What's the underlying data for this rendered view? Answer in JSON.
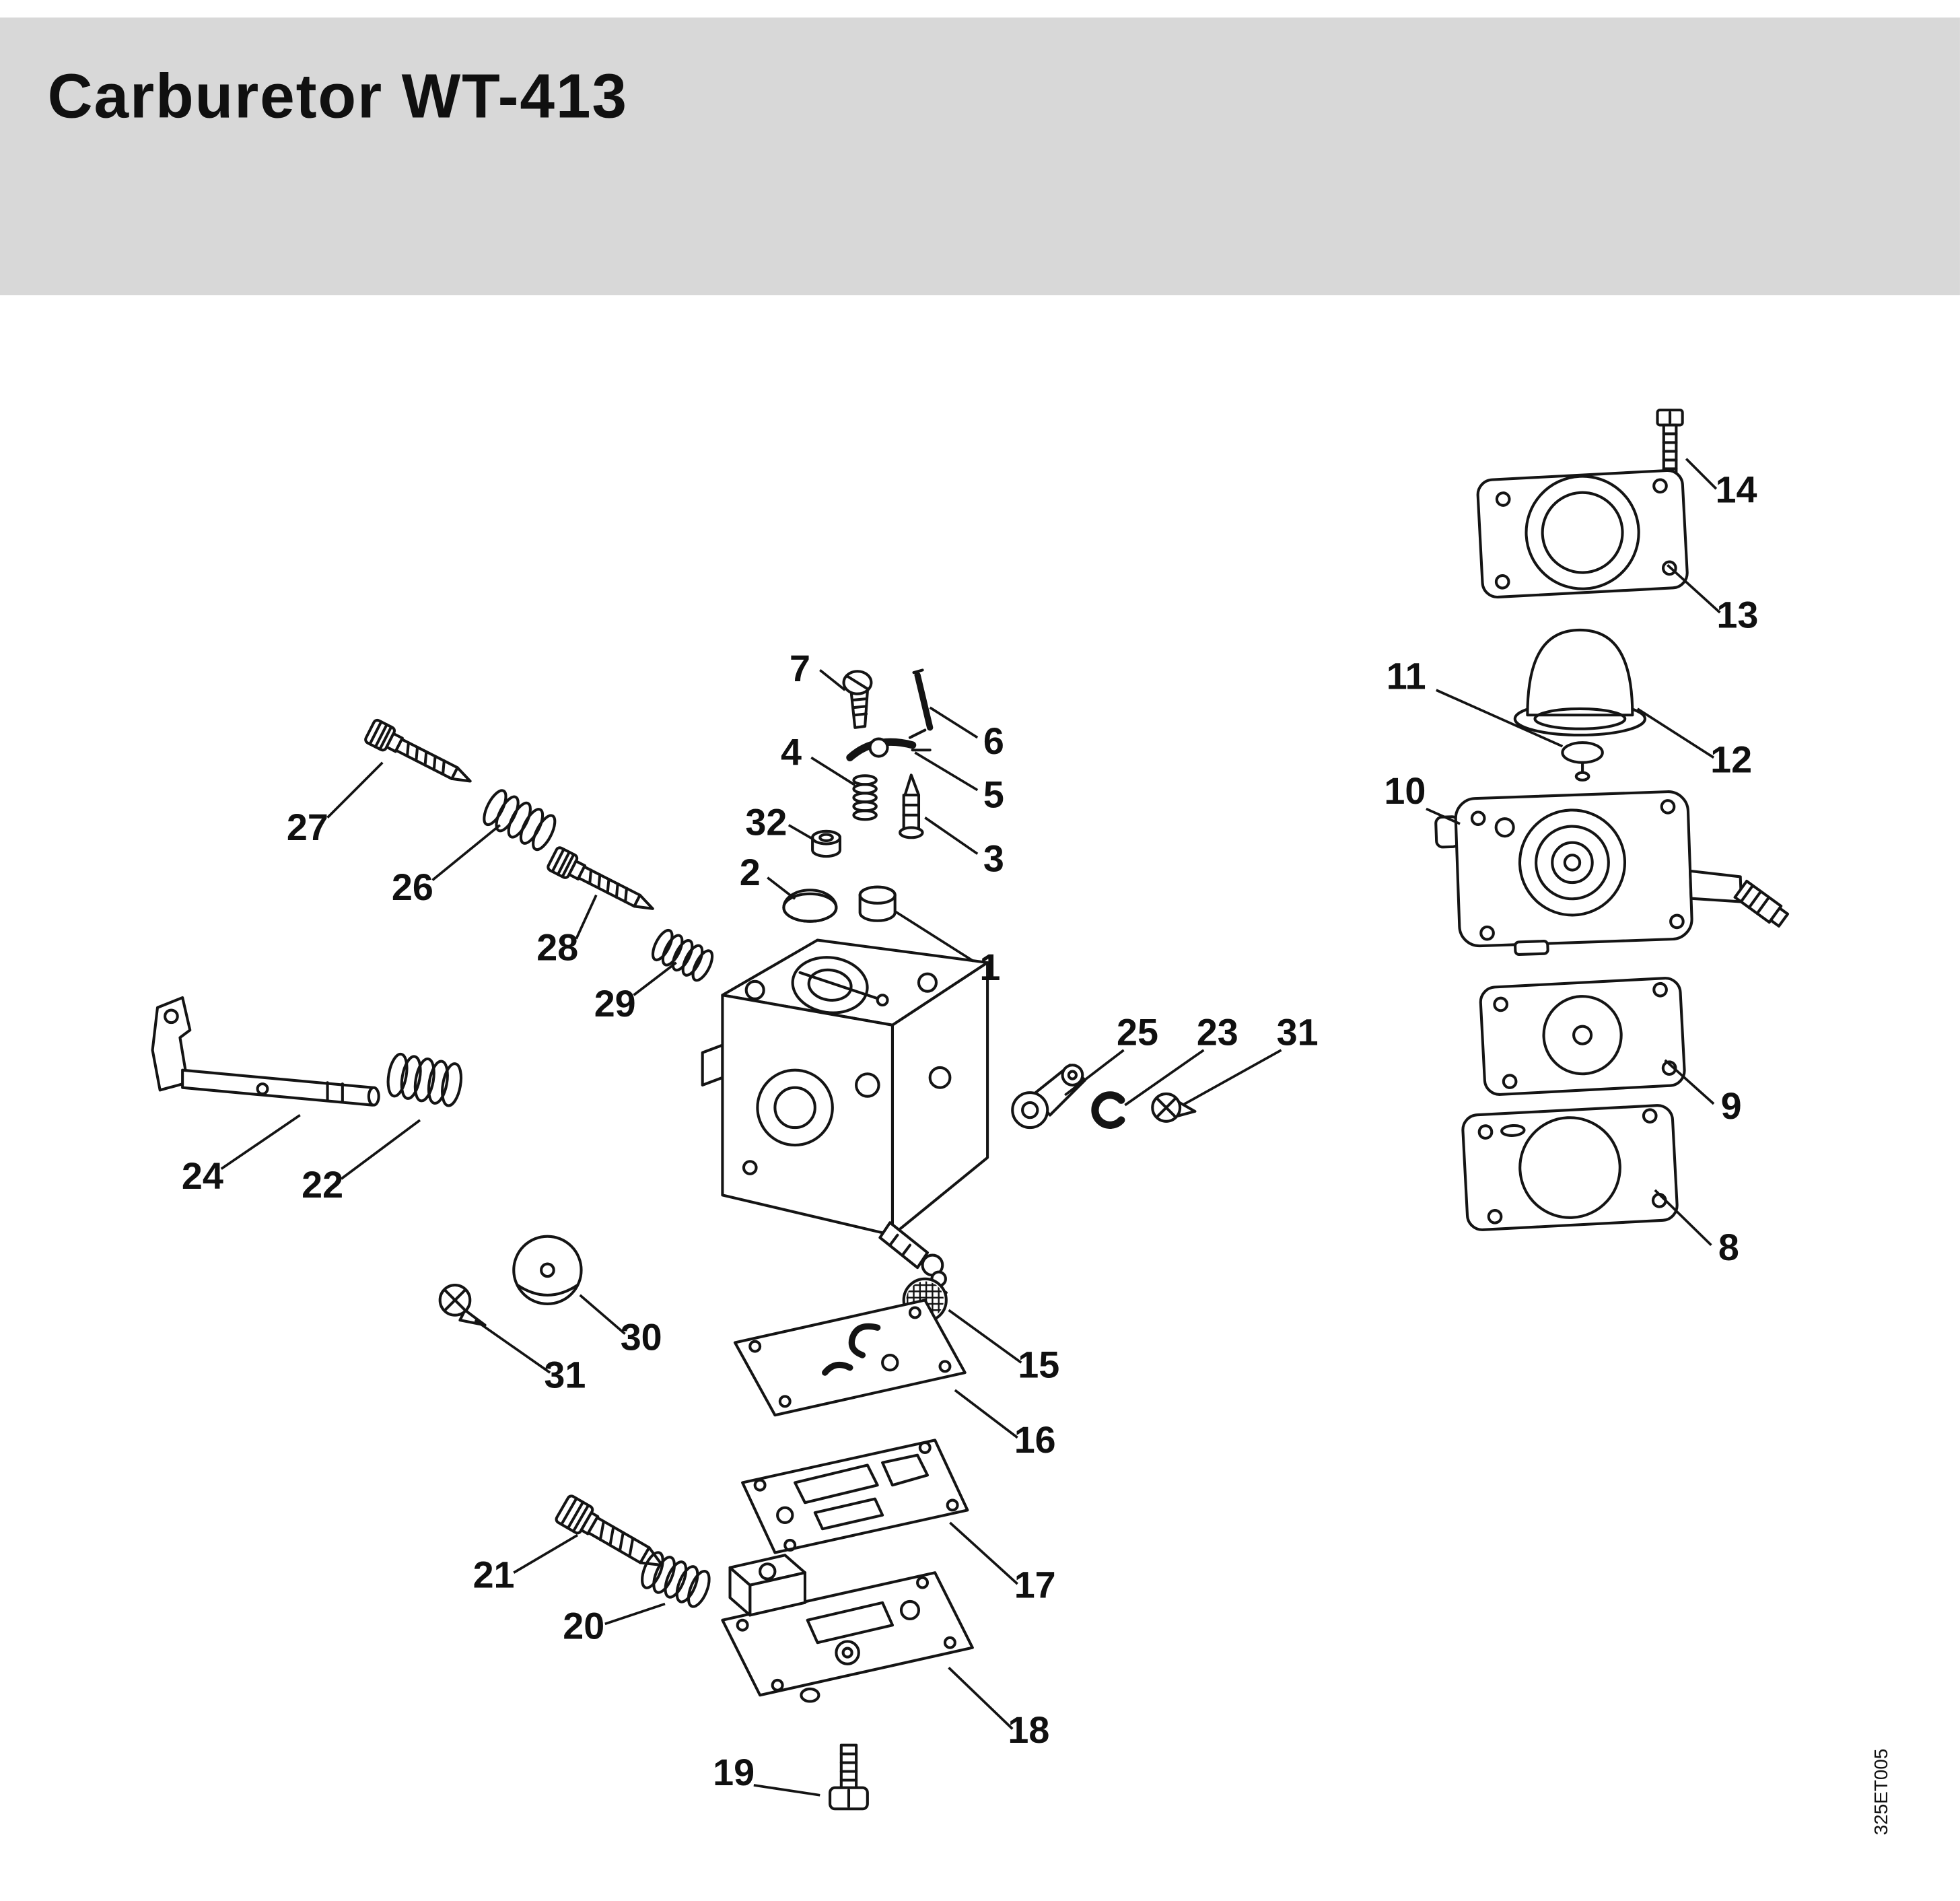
{
  "header": {
    "title": "Carburetor WT-413"
  },
  "watermark": "325ET005",
  "callouts": {
    "c1": "1",
    "c2": "2",
    "c3": "3",
    "c4": "4",
    "c5": "5",
    "c6": "6",
    "c7": "7",
    "c8": "8",
    "c9": "9",
    "c10": "10",
    "c11": "11",
    "c12": "12",
    "c13": "13",
    "c14": "14",
    "c15": "15",
    "c16": "16",
    "c17": "17",
    "c18": "18",
    "c19": "19",
    "c20": "20",
    "c21": "21",
    "c22": "22",
    "c23": "23",
    "c24": "24",
    "c25": "25",
    "c26": "26",
    "c27": "27",
    "c28": "28",
    "c29": "29",
    "c30": "30",
    "c31a": "31",
    "c31b": "31",
    "c32": "32"
  }
}
